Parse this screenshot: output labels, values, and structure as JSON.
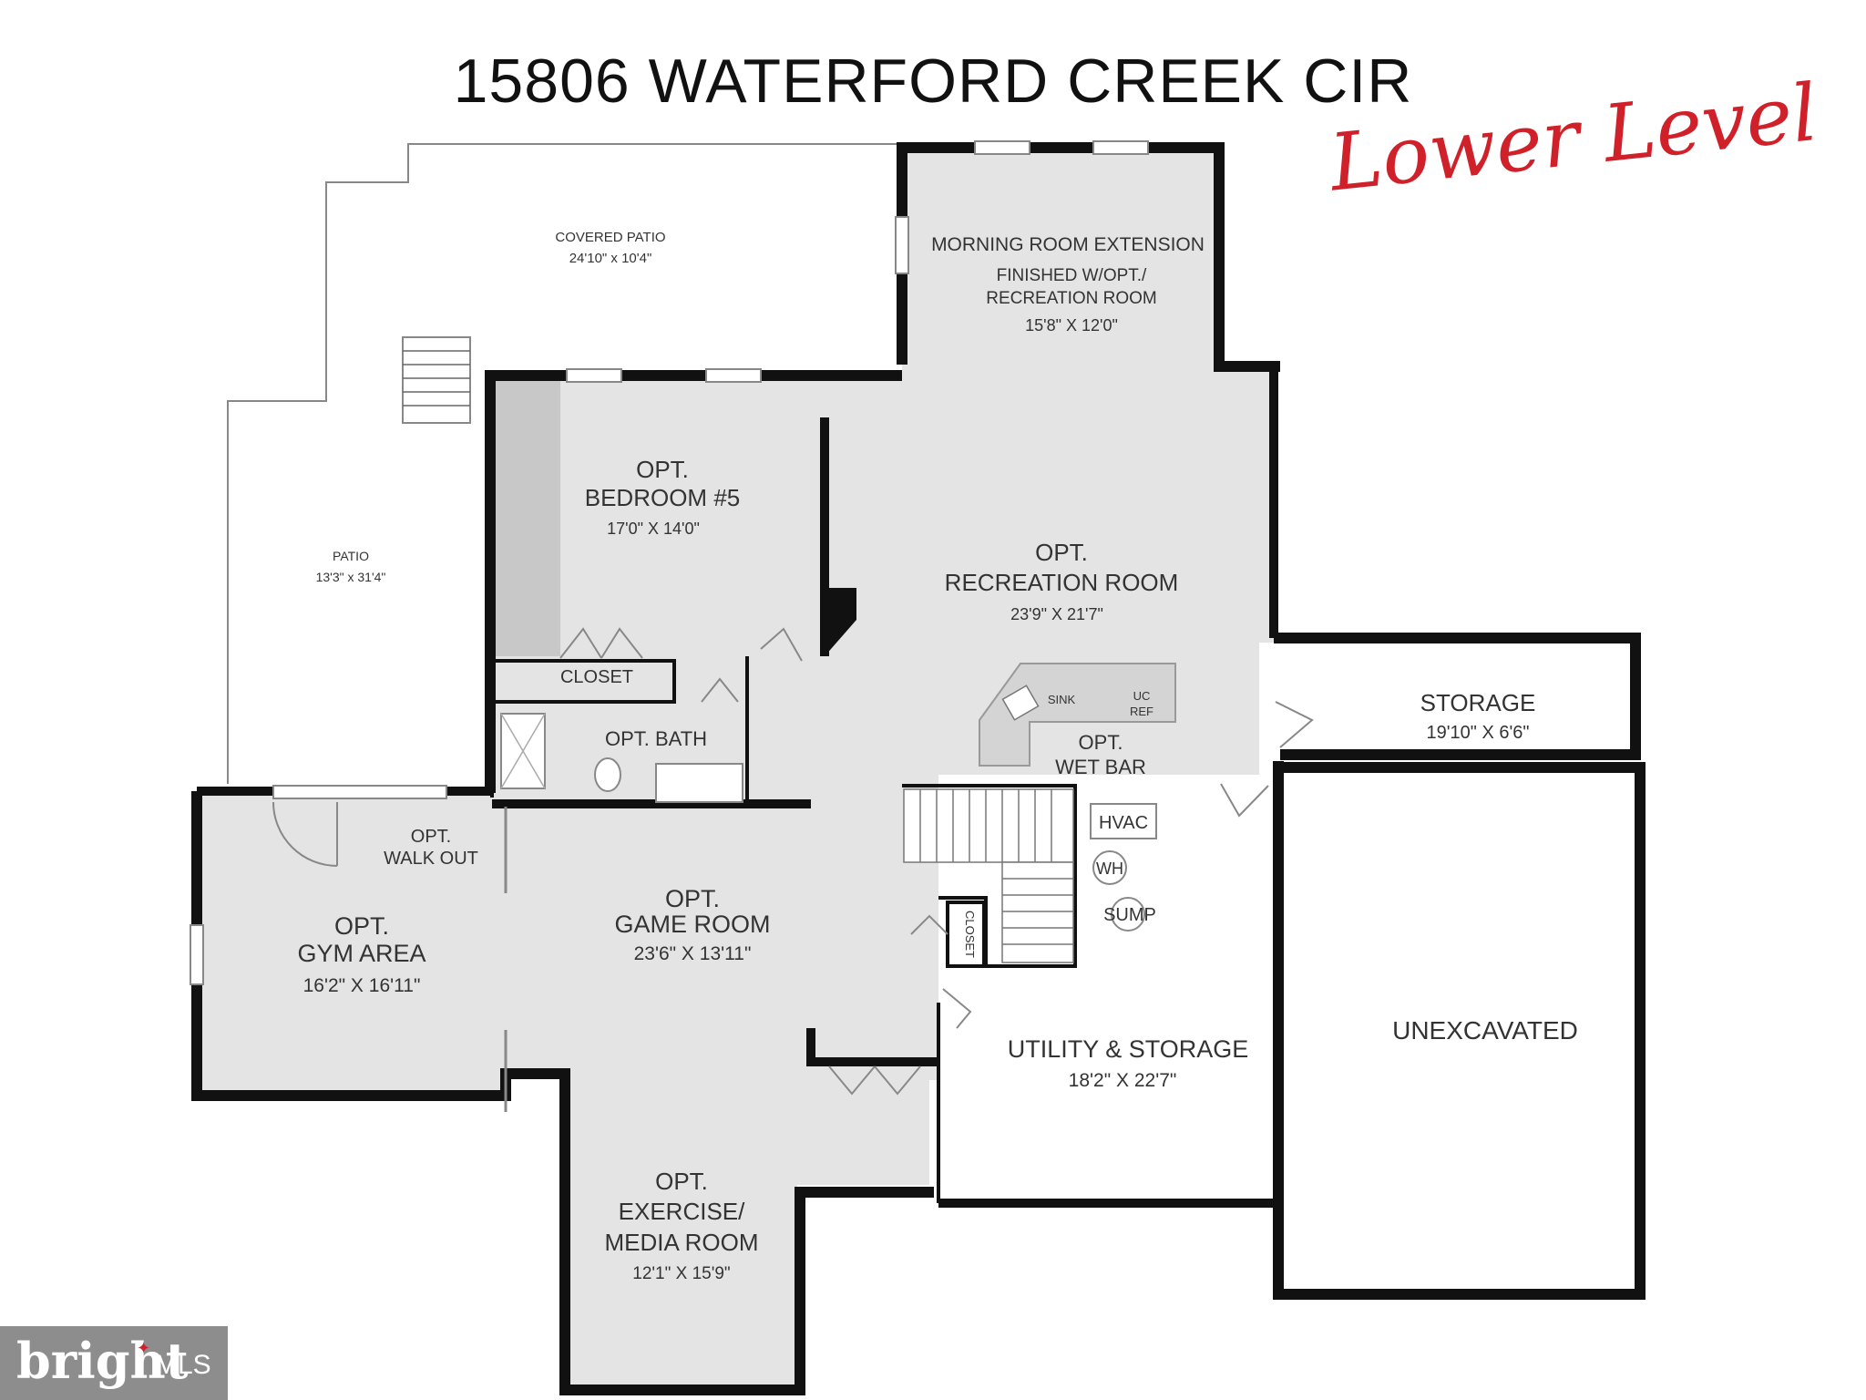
{
  "title": "15806 WATERFORD CREEK CIR",
  "subtitle": "Lower Level",
  "logo": {
    "brand": "bright",
    "suffix": "MLS"
  },
  "rooms": {
    "covered_patio": {
      "name": "COVERED PATIO",
      "size": "24'10\" x 10'4\""
    },
    "patio": {
      "name": "PATIO",
      "size": "13'3\" x 31'4\""
    },
    "morning_room": {
      "line1": "MORNING ROOM EXTENSION",
      "line2": "FINISHED W/OPT./",
      "line3": "RECREATION ROOM",
      "size": "15'8\" X 12'0\""
    },
    "bedroom": {
      "line1": "OPT.",
      "line2": "BEDROOM #5",
      "size": "17'0\" X 14'0\""
    },
    "recreation": {
      "line1": "OPT.",
      "line2": "RECREATION ROOM",
      "size": "23'9\" X 21'7\""
    },
    "closet": {
      "name": "CLOSET"
    },
    "bath": {
      "name": "OPT. BATH"
    },
    "wet_bar": {
      "line1": "OPT.",
      "line2": "WET BAR",
      "sink": "SINK",
      "uc": "UC",
      "ref": "REF"
    },
    "storage": {
      "name": "STORAGE",
      "size": "19'10\" X 6'6\""
    },
    "walk_out": {
      "line1": "OPT.",
      "line2": "WALK OUT"
    },
    "gym": {
      "line1": "OPT.",
      "line2": "GYM AREA",
      "size": "16'2\" X 16'11\""
    },
    "game": {
      "line1": "OPT.",
      "line2": "GAME ROOM",
      "size": "23'6\" X 13'11\""
    },
    "hvac": "HVAC",
    "wh": "WH",
    "sump": "SUMP",
    "stair_closet": "CLOSET",
    "utility": {
      "name": "UTILITY & STORAGE",
      "size": "18'2\" X 22'7\""
    },
    "unexcavated": "UNEXCAVATED",
    "exercise": {
      "line1": "OPT.",
      "line2": "EXERCISE/",
      "line3": "MEDIA ROOM",
      "size": "12'1\" X 15'9\""
    }
  },
  "colors": {
    "wall": "#111111",
    "floor": "#e4e4e4",
    "accent": "#d0202a",
    "logo_bg": "#8d8d8d"
  }
}
